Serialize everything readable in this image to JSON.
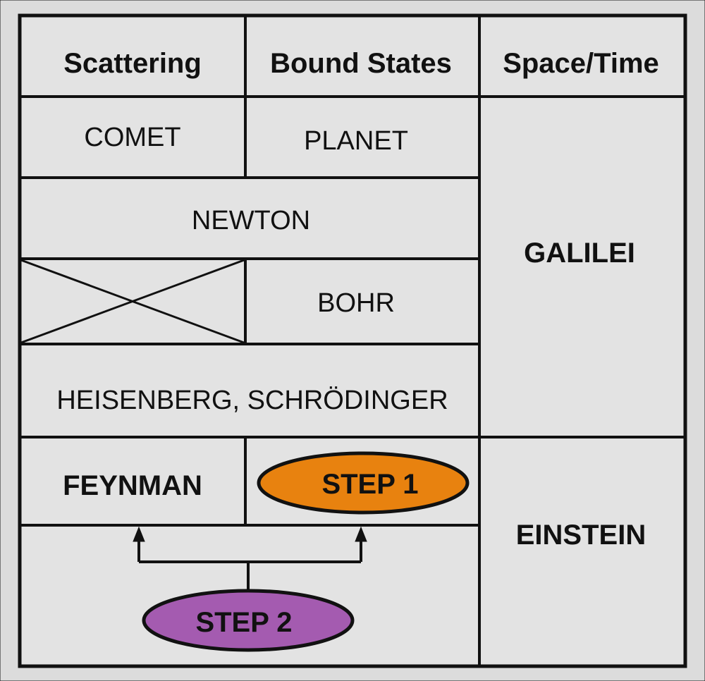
{
  "headers": [
    "Scattering",
    "Bound States",
    "Space/Time"
  ],
  "cells": {
    "comet": "COMET",
    "planet": "PLANET",
    "newton": "NEWTON",
    "bohr": "BOHR",
    "heisenberg_schrodinger": "HEISENBERG,  SCHRÖDINGER",
    "feynman": "FEYNMAN",
    "galilei": "GALILEI",
    "einstein": "EINSTEIN"
  },
  "steps": [
    {
      "label": "STEP 1",
      "color": "#e8820f"
    },
    {
      "label": "STEP 2",
      "color": "#a45bb0"
    }
  ]
}
